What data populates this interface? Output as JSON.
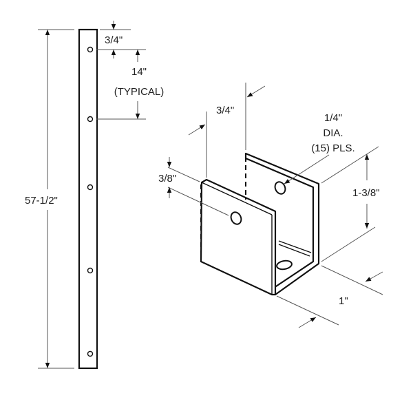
{
  "strip": {
    "length_label": "57-1/2\"",
    "top_offset_label": "3/4\"",
    "spacing_label": "14\"",
    "spacing_note": "(TYPICAL)"
  },
  "bracket": {
    "width_label": "3/4\"",
    "hole_offset_label": "3/8\"",
    "hole_size_label": "1/4\"",
    "hole_dia_label": "DIA.",
    "hole_count_label": "(15) PLS.",
    "height_label": "1-3/8\"",
    "depth_label": "1\""
  }
}
